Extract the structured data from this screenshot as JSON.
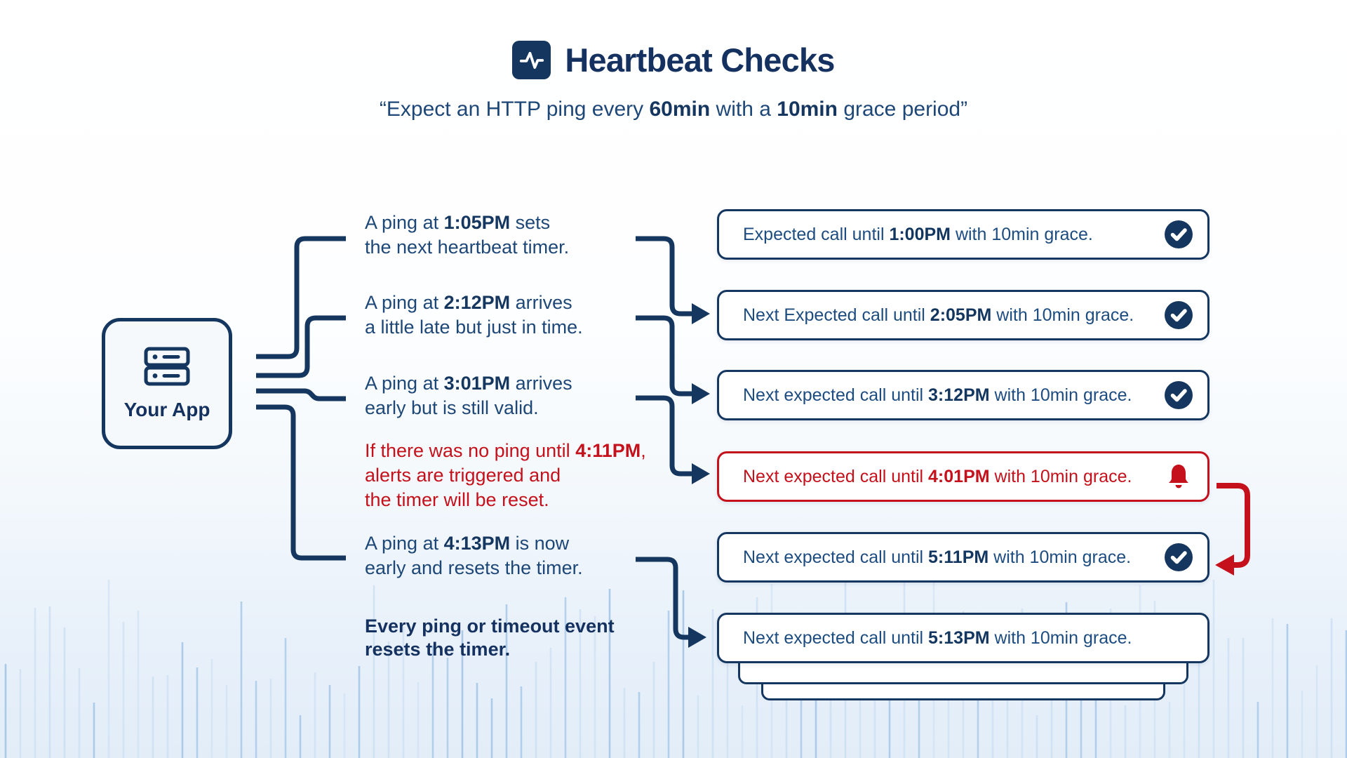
{
  "header": {
    "title": "Heartbeat Checks",
    "subtitle_segments": [
      {
        "t": "“Expect an HTTP ping every ",
        "b": false
      },
      {
        "t": "60min",
        "b": true
      },
      {
        "t": " with a ",
        "b": false
      },
      {
        "t": "10min",
        "b": true
      },
      {
        "t": " grace period”",
        "b": false
      }
    ]
  },
  "app_box": {
    "label": "Your App",
    "icon": "server-icon"
  },
  "annotations": [
    {
      "tone": "default",
      "lines": [
        [
          {
            "t": "A ping at ",
            "b": false
          },
          {
            "t": "1:05PM",
            "b": true
          },
          {
            "t": " sets",
            "b": false
          }
        ],
        [
          {
            "t": "the next heartbeat timer.",
            "b": false
          }
        ]
      ]
    },
    {
      "tone": "default",
      "lines": [
        [
          {
            "t": "A ping at ",
            "b": false
          },
          {
            "t": "2:12PM",
            "b": true
          },
          {
            "t": " arrives",
            "b": false
          }
        ],
        [
          {
            "t": "a little late but just in time.",
            "b": false
          }
        ]
      ]
    },
    {
      "tone": "default",
      "lines": [
        [
          {
            "t": "A ping at ",
            "b": false
          },
          {
            "t": "3:01PM",
            "b": true
          },
          {
            "t": " arrives",
            "b": false
          }
        ],
        [
          {
            "t": "early but is still valid.",
            "b": false
          }
        ]
      ]
    },
    {
      "tone": "alert",
      "lines": [
        [
          {
            "t": "If there was no ping until ",
            "b": false
          },
          {
            "t": "4:11PM",
            "b": true
          },
          {
            "t": ",",
            "b": false
          }
        ],
        [
          {
            "t": "alerts are triggered and",
            "b": false
          }
        ],
        [
          {
            "t": "the timer will be reset.",
            "b": false
          }
        ]
      ]
    },
    {
      "tone": "default",
      "lines": [
        [
          {
            "t": "A ping at ",
            "b": false
          },
          {
            "t": "4:13PM",
            "b": true
          },
          {
            "t": " is now",
            "b": false
          }
        ],
        [
          {
            "t": "early and resets the timer.",
            "b": false
          }
        ]
      ]
    },
    {
      "tone": "note",
      "lines": [
        [
          {
            "t": "Every ping or timeout event",
            "b": true
          }
        ],
        [
          {
            "t": "resets the timer.",
            "b": true
          }
        ]
      ]
    }
  ],
  "events": [
    {
      "tone": "ok",
      "icon": "check",
      "segments": [
        {
          "t": "Expected call until ",
          "b": false
        },
        {
          "t": "1:00PM",
          "b": true
        },
        {
          "t": " with 10min grace.",
          "b": false
        }
      ]
    },
    {
      "tone": "ok",
      "icon": "check",
      "segments": [
        {
          "t": "Next Expected call until ",
          "b": false
        },
        {
          "t": "2:05PM",
          "b": true
        },
        {
          "t": " with 10min grace.",
          "b": false
        }
      ]
    },
    {
      "tone": "ok",
      "icon": "check",
      "segments": [
        {
          "t": "Next expected call until ",
          "b": false
        },
        {
          "t": "3:12PM",
          "b": true
        },
        {
          "t": " with 10min grace.",
          "b": false
        }
      ]
    },
    {
      "tone": "alert",
      "icon": "bell",
      "segments": [
        {
          "t": "Next expected call until ",
          "b": false
        },
        {
          "t": "4:01PM",
          "b": true
        },
        {
          "t": " with 10min grace.",
          "b": false
        }
      ]
    },
    {
      "tone": "ok",
      "icon": "check",
      "segments": [
        {
          "t": "Next expected call until ",
          "b": false
        },
        {
          "t": "5:11PM",
          "b": true
        },
        {
          "t": " with 10min grace.",
          "b": false
        }
      ]
    },
    {
      "tone": "ok",
      "icon": "none",
      "stacked": true,
      "segments": [
        {
          "t": "Next expected call until ",
          "b": false
        },
        {
          "t": "5:13PM",
          "b": true
        },
        {
          "t": " with 10min grace.",
          "b": false
        }
      ]
    }
  ],
  "colors": {
    "navy": "#14365F",
    "body_text": "#1D4777",
    "red": "#C4111B",
    "background_tint": "#E2EDF8"
  }
}
